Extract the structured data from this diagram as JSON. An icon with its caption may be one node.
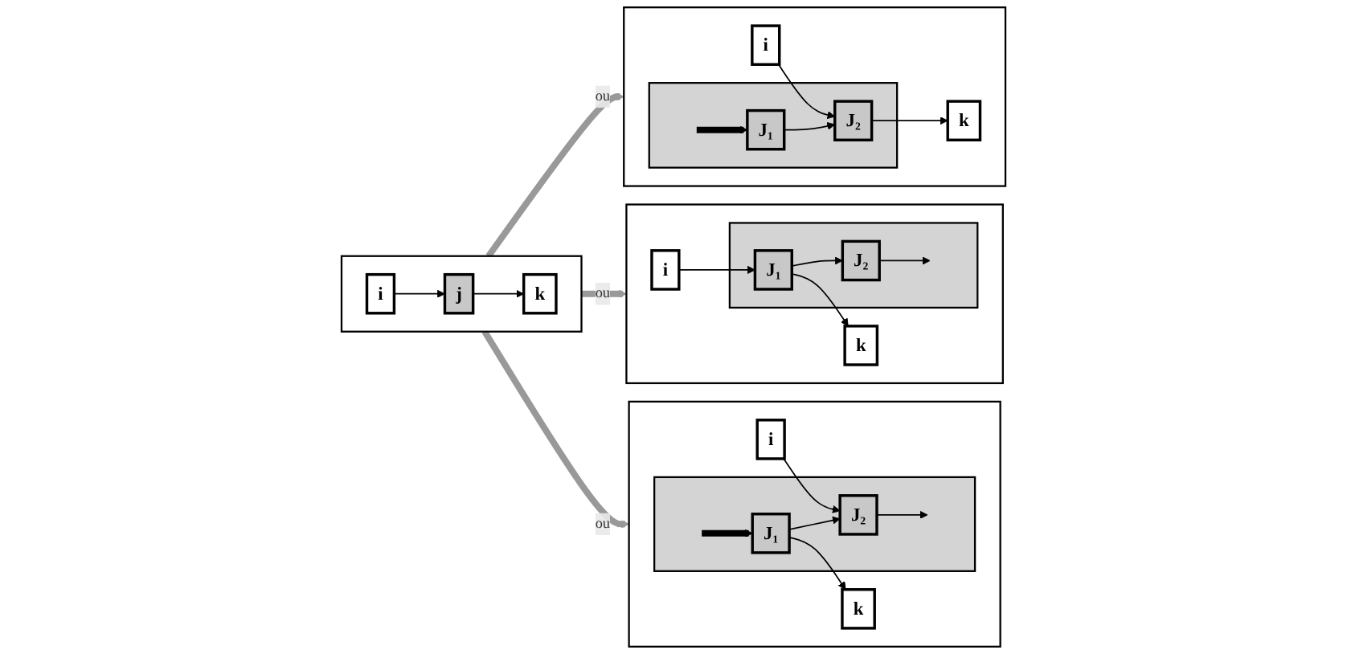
{
  "diagram": {
    "nodes": [
      {
        "text": [],
        "shape": "box"
      },
      {
        "text": [
          "i"
        ],
        "in": 0
      },
      {
        "text": [
          "j"
        ],
        "in": 0
      },
      {
        "text": [
          "k"
        ],
        "in": 0
      },
      {
        "text": [],
        "shape": "box"
      },
      {
        "text": [
          "i"
        ],
        "in": 4
      },
      {
        "text": [],
        "shape": "box",
        "in": 4
      },
      {
        "text": [
          "J₁"
        ],
        "in": 6
      },
      {
        "text": [
          "J₂"
        ],
        "in": 6
      },
      {
        "text": [
          "k"
        ],
        "in": 4
      },
      {
        "text": [],
        "shape": "box"
      },
      {
        "text": [
          "i"
        ],
        "in": 10
      },
      {
        "text": [],
        "shape": "box",
        "in": 10
      },
      {
        "text": [
          "J₁"
        ],
        "in": 12
      },
      {
        "text": [
          "J₂"
        ],
        "in": 12
      },
      {
        "text": [
          "k"
        ],
        "in": 10
      },
      {
        "text": [],
        "shape": "box"
      },
      {
        "text": [
          "i"
        ],
        "in": 16
      },
      {
        "text": [],
        "shape": "box",
        "in": 16
      },
      {
        "text": [
          "J₁"
        ],
        "in": 18
      },
      {
        "text": [
          "J₂"
        ],
        "in": 18
      },
      {
        "text": [
          "k"
        ],
        "in": 16
      }
    ],
    "edges": [
      {
        "from": 1,
        "to": 2,
        "arrow": "to"
      },
      {
        "from": 2,
        "to": 3,
        "arrow": "to"
      },
      {
        "from": 0,
        "to": 4,
        "arrow": "to",
        "label": "ou",
        "style": "thick",
        "color": "#999999"
      },
      {
        "from": 0,
        "to": 10,
        "arrow": "to",
        "label": "ou",
        "style": "thick",
        "color": "#999999"
      },
      {
        "from": 0,
        "to": 16,
        "arrow": "to",
        "label": "ou",
        "style": "thick",
        "color": "#999999"
      },
      {
        "from": 5,
        "to": 8,
        "arrow": "to"
      },
      {
        "from": null,
        "to": 7,
        "arrow": "to",
        "style": "thick"
      },
      {
        "from": 7,
        "to": 8,
        "arrow": "to"
      },
      {
        "from": 8,
        "to": 9,
        "arrow": "to"
      },
      {
        "from": 11,
        "to": 13,
        "arrow": "to"
      },
      {
        "from": 13,
        "to": 14,
        "arrow": "to"
      },
      {
        "from": 14,
        "to": null,
        "arrow": "to"
      },
      {
        "from": 13,
        "to": 15,
        "arrow": "to"
      },
      {
        "from": 17,
        "to": 20,
        "arrow": "to"
      },
      {
        "from": null,
        "to": 19,
        "arrow": "to",
        "style": "thick"
      },
      {
        "from": 19,
        "to": 20,
        "arrow": "to"
      },
      {
        "from": 20,
        "to": null,
        "arrow": "to"
      },
      {
        "from": 19,
        "to": 21,
        "arrow": "to"
      }
    ]
  }
}
